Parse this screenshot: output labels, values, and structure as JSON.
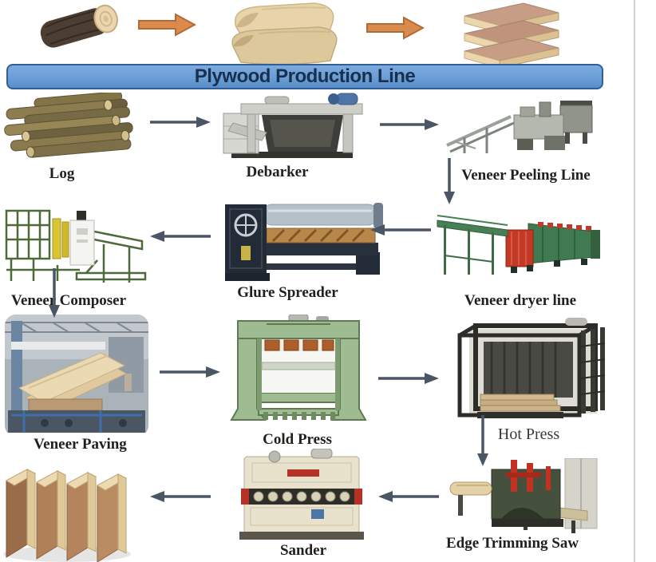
{
  "title": {
    "text": "Plywood Production Line"
  },
  "top_flow": {
    "items": [
      {
        "icon": "log-icon"
      },
      {
        "icon": "veneer-sheets-icon"
      },
      {
        "icon": "plywood-stack-icon"
      }
    ]
  },
  "stages": [
    {
      "id": "log",
      "label": "Log"
    },
    {
      "id": "debarker",
      "label": "Debarker"
    },
    {
      "id": "veneer-peeling-line",
      "label": "Veneer Peeling Line"
    },
    {
      "id": "veneer-dryer-line",
      "label": "Veneer dryer line"
    },
    {
      "id": "glure-spreader",
      "label": "Glure Spreader"
    },
    {
      "id": "veneer-composer",
      "label": "Veneer Composer"
    },
    {
      "id": "veneer-paving",
      "label": "Veneer Paving"
    },
    {
      "id": "cold-press",
      "label": "Cold Press"
    },
    {
      "id": "hot-press",
      "label": "Hot Press"
    },
    {
      "id": "edge-trimming-saw",
      "label": "Edge Trimming Saw"
    },
    {
      "id": "sander",
      "label": "Sander"
    }
  ],
  "connections": [
    {
      "from": "log-product",
      "to": "veneer-product",
      "arrow": "orange-right"
    },
    {
      "from": "veneer-product",
      "to": "plywood-product",
      "arrow": "orange-right"
    },
    {
      "from": "log",
      "to": "debarker",
      "arrow": "right"
    },
    {
      "from": "debarker",
      "to": "veneer-peeling-line",
      "arrow": "right"
    },
    {
      "from": "veneer-peeling-line",
      "to": "veneer-dryer-line",
      "arrow": "down"
    },
    {
      "from": "veneer-dryer-line",
      "to": "glure-spreader",
      "arrow": "left"
    },
    {
      "from": "glure-spreader",
      "to": "veneer-composer",
      "arrow": "left"
    },
    {
      "from": "veneer-composer",
      "to": "veneer-paving",
      "arrow": "down"
    },
    {
      "from": "veneer-paving",
      "to": "cold-press",
      "arrow": "right"
    },
    {
      "from": "cold-press",
      "to": "hot-press",
      "arrow": "right"
    },
    {
      "from": "hot-press",
      "to": "edge-trimming-saw",
      "arrow": "down"
    },
    {
      "from": "edge-trimming-saw",
      "to": "sander",
      "arrow": "left"
    },
    {
      "from": "sander",
      "to": "finished-plywood",
      "arrow": "left"
    }
  ],
  "colors": {
    "banner_fill": "#6b9ed6",
    "banner_border": "#2f5e98",
    "title_text": "#17304e",
    "flow_arrow": "#4a5565",
    "top_arrow_fill": "#d98a4c",
    "top_arrow_stroke": "#b06a36",
    "label_text": "#21201d",
    "page_bg": "#ffffff",
    "frame_line": "#cfcfcf"
  }
}
